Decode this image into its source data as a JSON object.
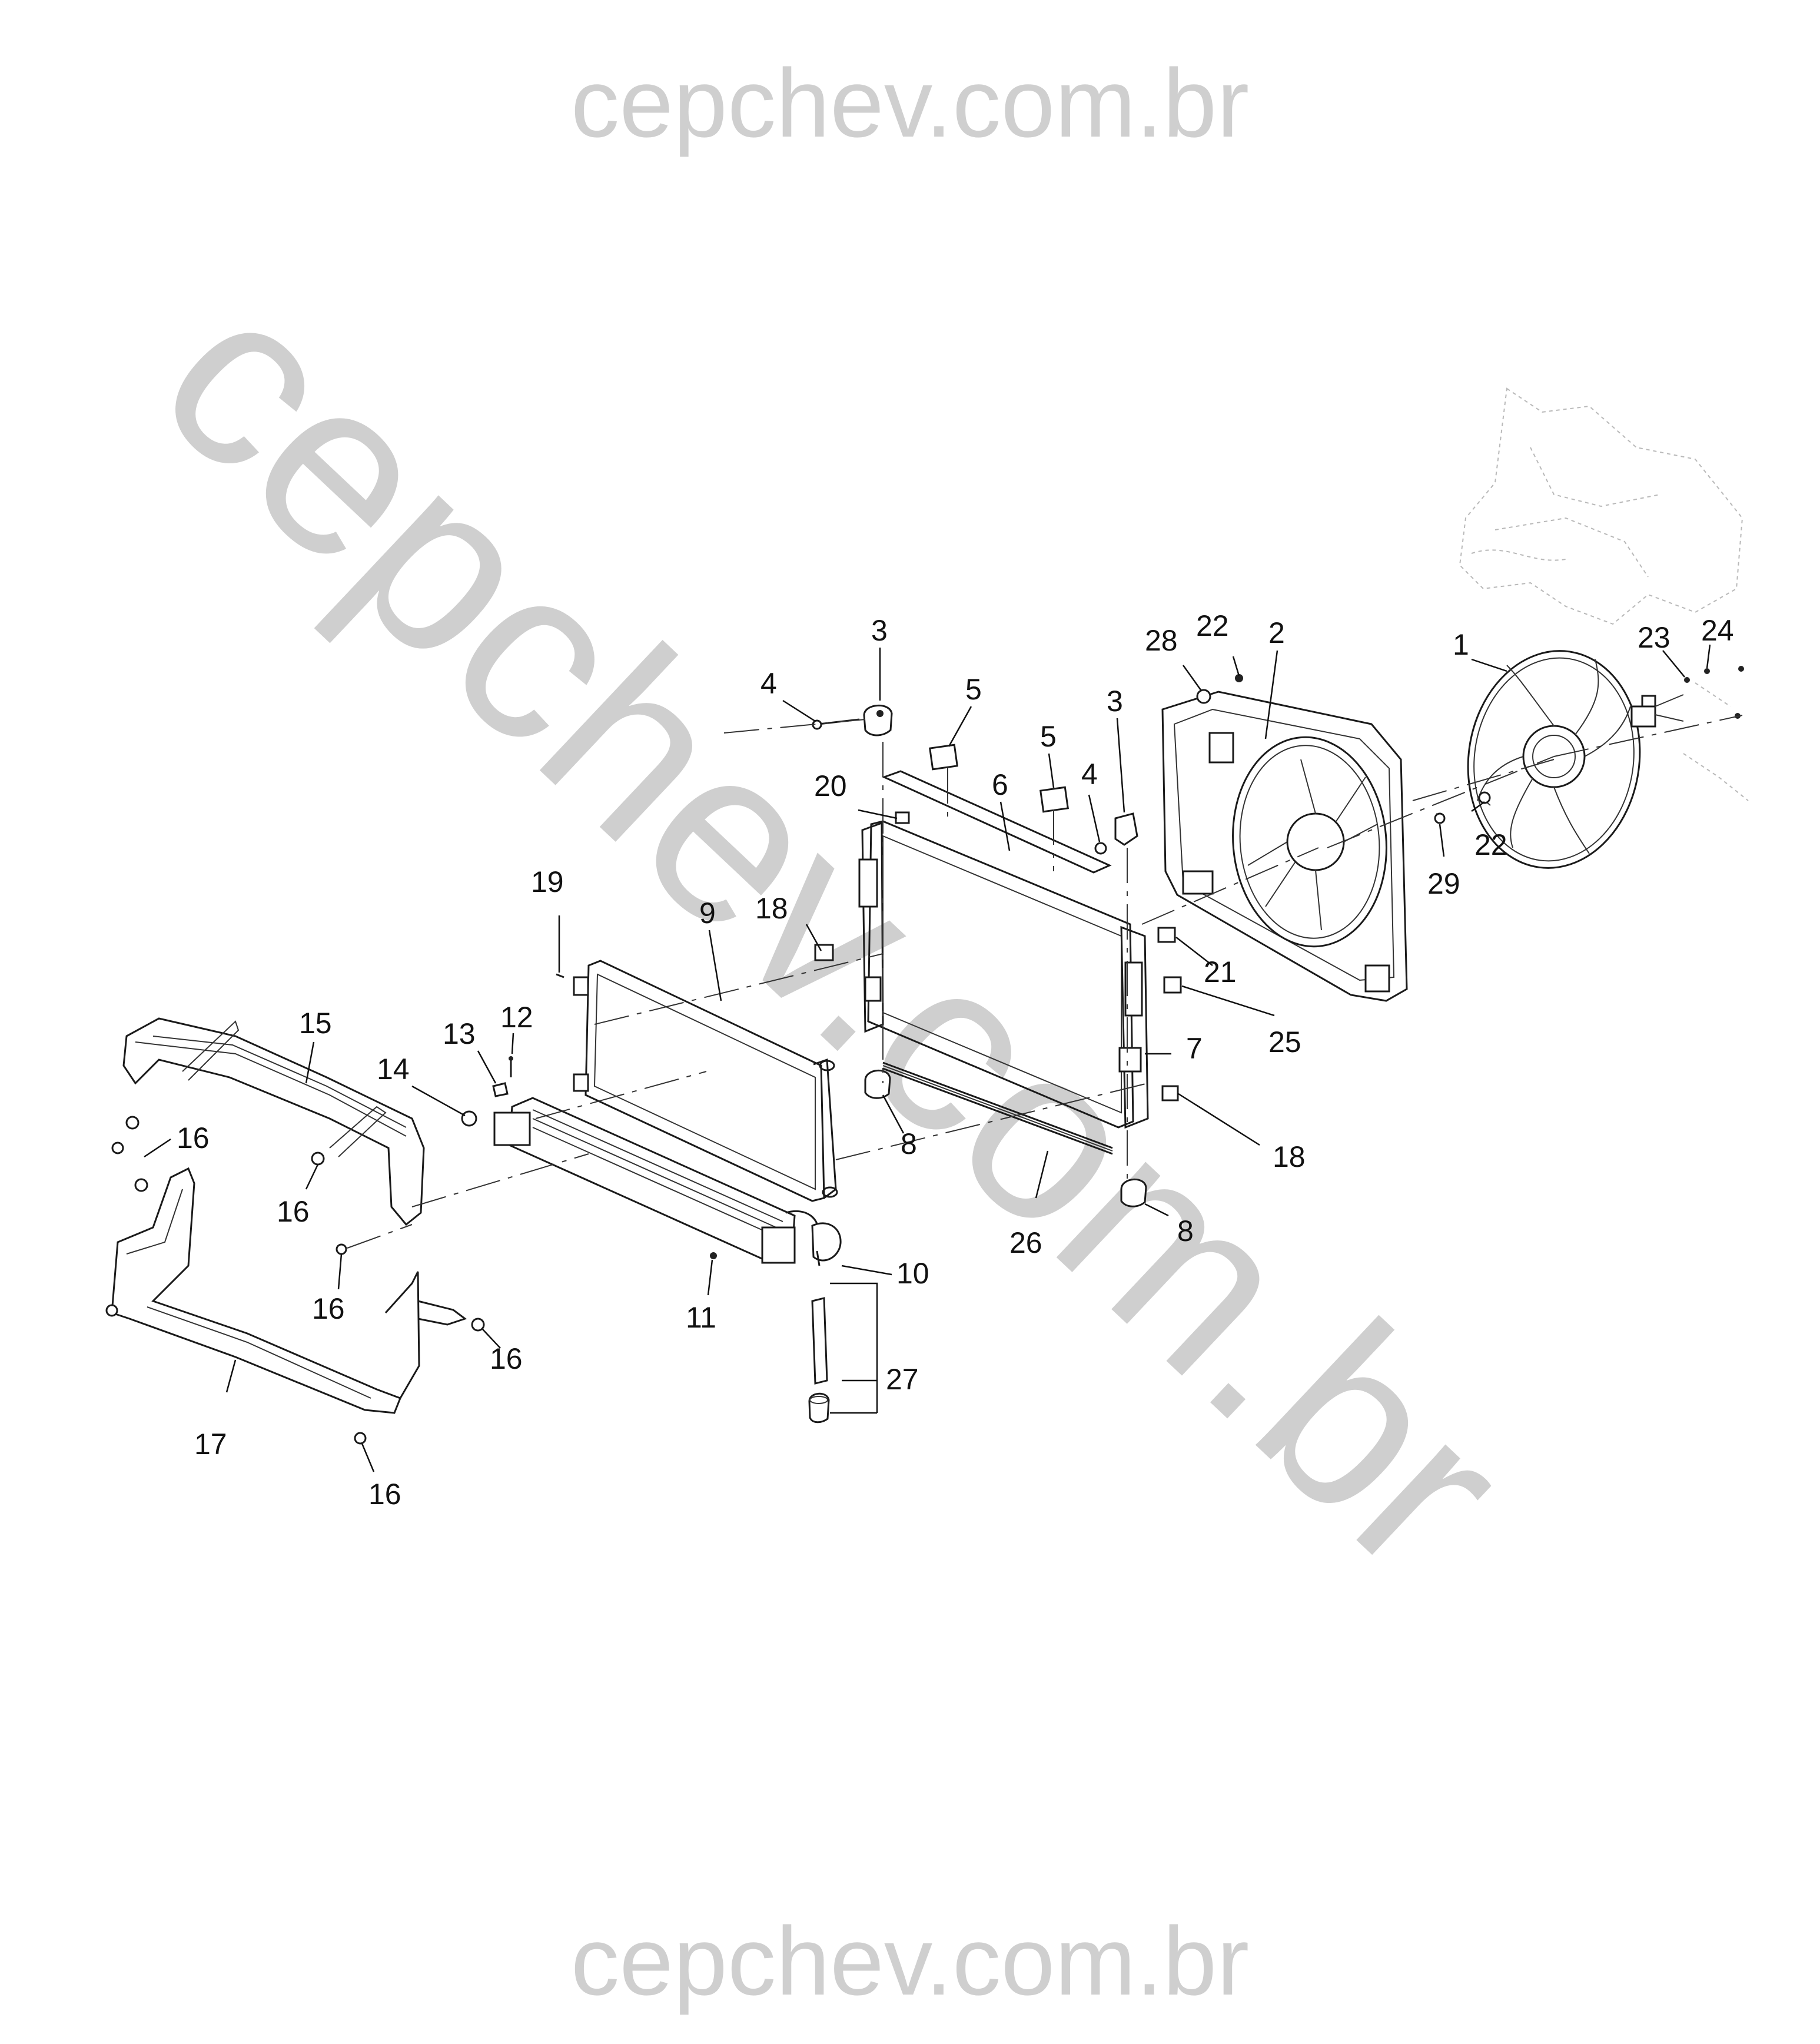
{
  "watermark": {
    "top": "cepchev.com.br",
    "diagonal": "cepchev.com.br",
    "bottom": "cepchev.com.br",
    "color": "#cfcfcf"
  },
  "callouts": [
    {
      "id": "c1",
      "label": "1"
    },
    {
      "id": "c2",
      "label": "2"
    },
    {
      "id": "c3a",
      "label": "3"
    },
    {
      "id": "c3b",
      "label": "3"
    },
    {
      "id": "c4a",
      "label": "4"
    },
    {
      "id": "c4b",
      "label": "4"
    },
    {
      "id": "c5a",
      "label": "5"
    },
    {
      "id": "c5b",
      "label": "5"
    },
    {
      "id": "c6",
      "label": "6"
    },
    {
      "id": "c7",
      "label": "7"
    },
    {
      "id": "c8a",
      "label": "8"
    },
    {
      "id": "c8b",
      "label": "8"
    },
    {
      "id": "c9",
      "label": "9"
    },
    {
      "id": "c10",
      "label": "10"
    },
    {
      "id": "c11",
      "label": "11"
    },
    {
      "id": "c12",
      "label": "12"
    },
    {
      "id": "c13",
      "label": "13"
    },
    {
      "id": "c14",
      "label": "14"
    },
    {
      "id": "c15",
      "label": "15"
    },
    {
      "id": "c16a",
      "label": "16"
    },
    {
      "id": "c16b",
      "label": "16"
    },
    {
      "id": "c16c",
      "label": "16"
    },
    {
      "id": "c16d",
      "label": "16"
    },
    {
      "id": "c16e",
      "label": "16"
    },
    {
      "id": "c17",
      "label": "17"
    },
    {
      "id": "c18a",
      "label": "18"
    },
    {
      "id": "c18b",
      "label": "18"
    },
    {
      "id": "c19",
      "label": "19"
    },
    {
      "id": "c20",
      "label": "20"
    },
    {
      "id": "c21",
      "label": "21"
    },
    {
      "id": "c22a",
      "label": "22"
    },
    {
      "id": "c22b",
      "label": "22"
    },
    {
      "id": "c23",
      "label": "23"
    },
    {
      "id": "c24",
      "label": "24"
    },
    {
      "id": "c25",
      "label": "25"
    },
    {
      "id": "c26",
      "label": "26"
    },
    {
      "id": "c27",
      "label": "27"
    },
    {
      "id": "c28",
      "label": "28"
    },
    {
      "id": "c29",
      "label": "29"
    }
  ]
}
